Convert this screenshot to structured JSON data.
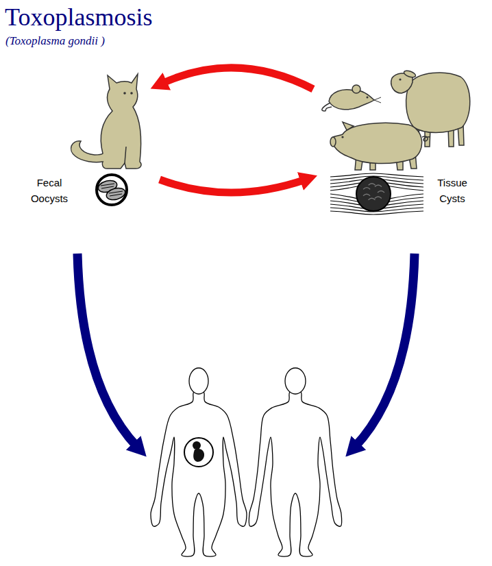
{
  "diagram": {
    "title": "Toxoplasmosis",
    "labels": [
      "(Toxoplasma gondii )",
      "Fecal Oocysts",
      "Tissue Cysts"
    ]
  }
}
